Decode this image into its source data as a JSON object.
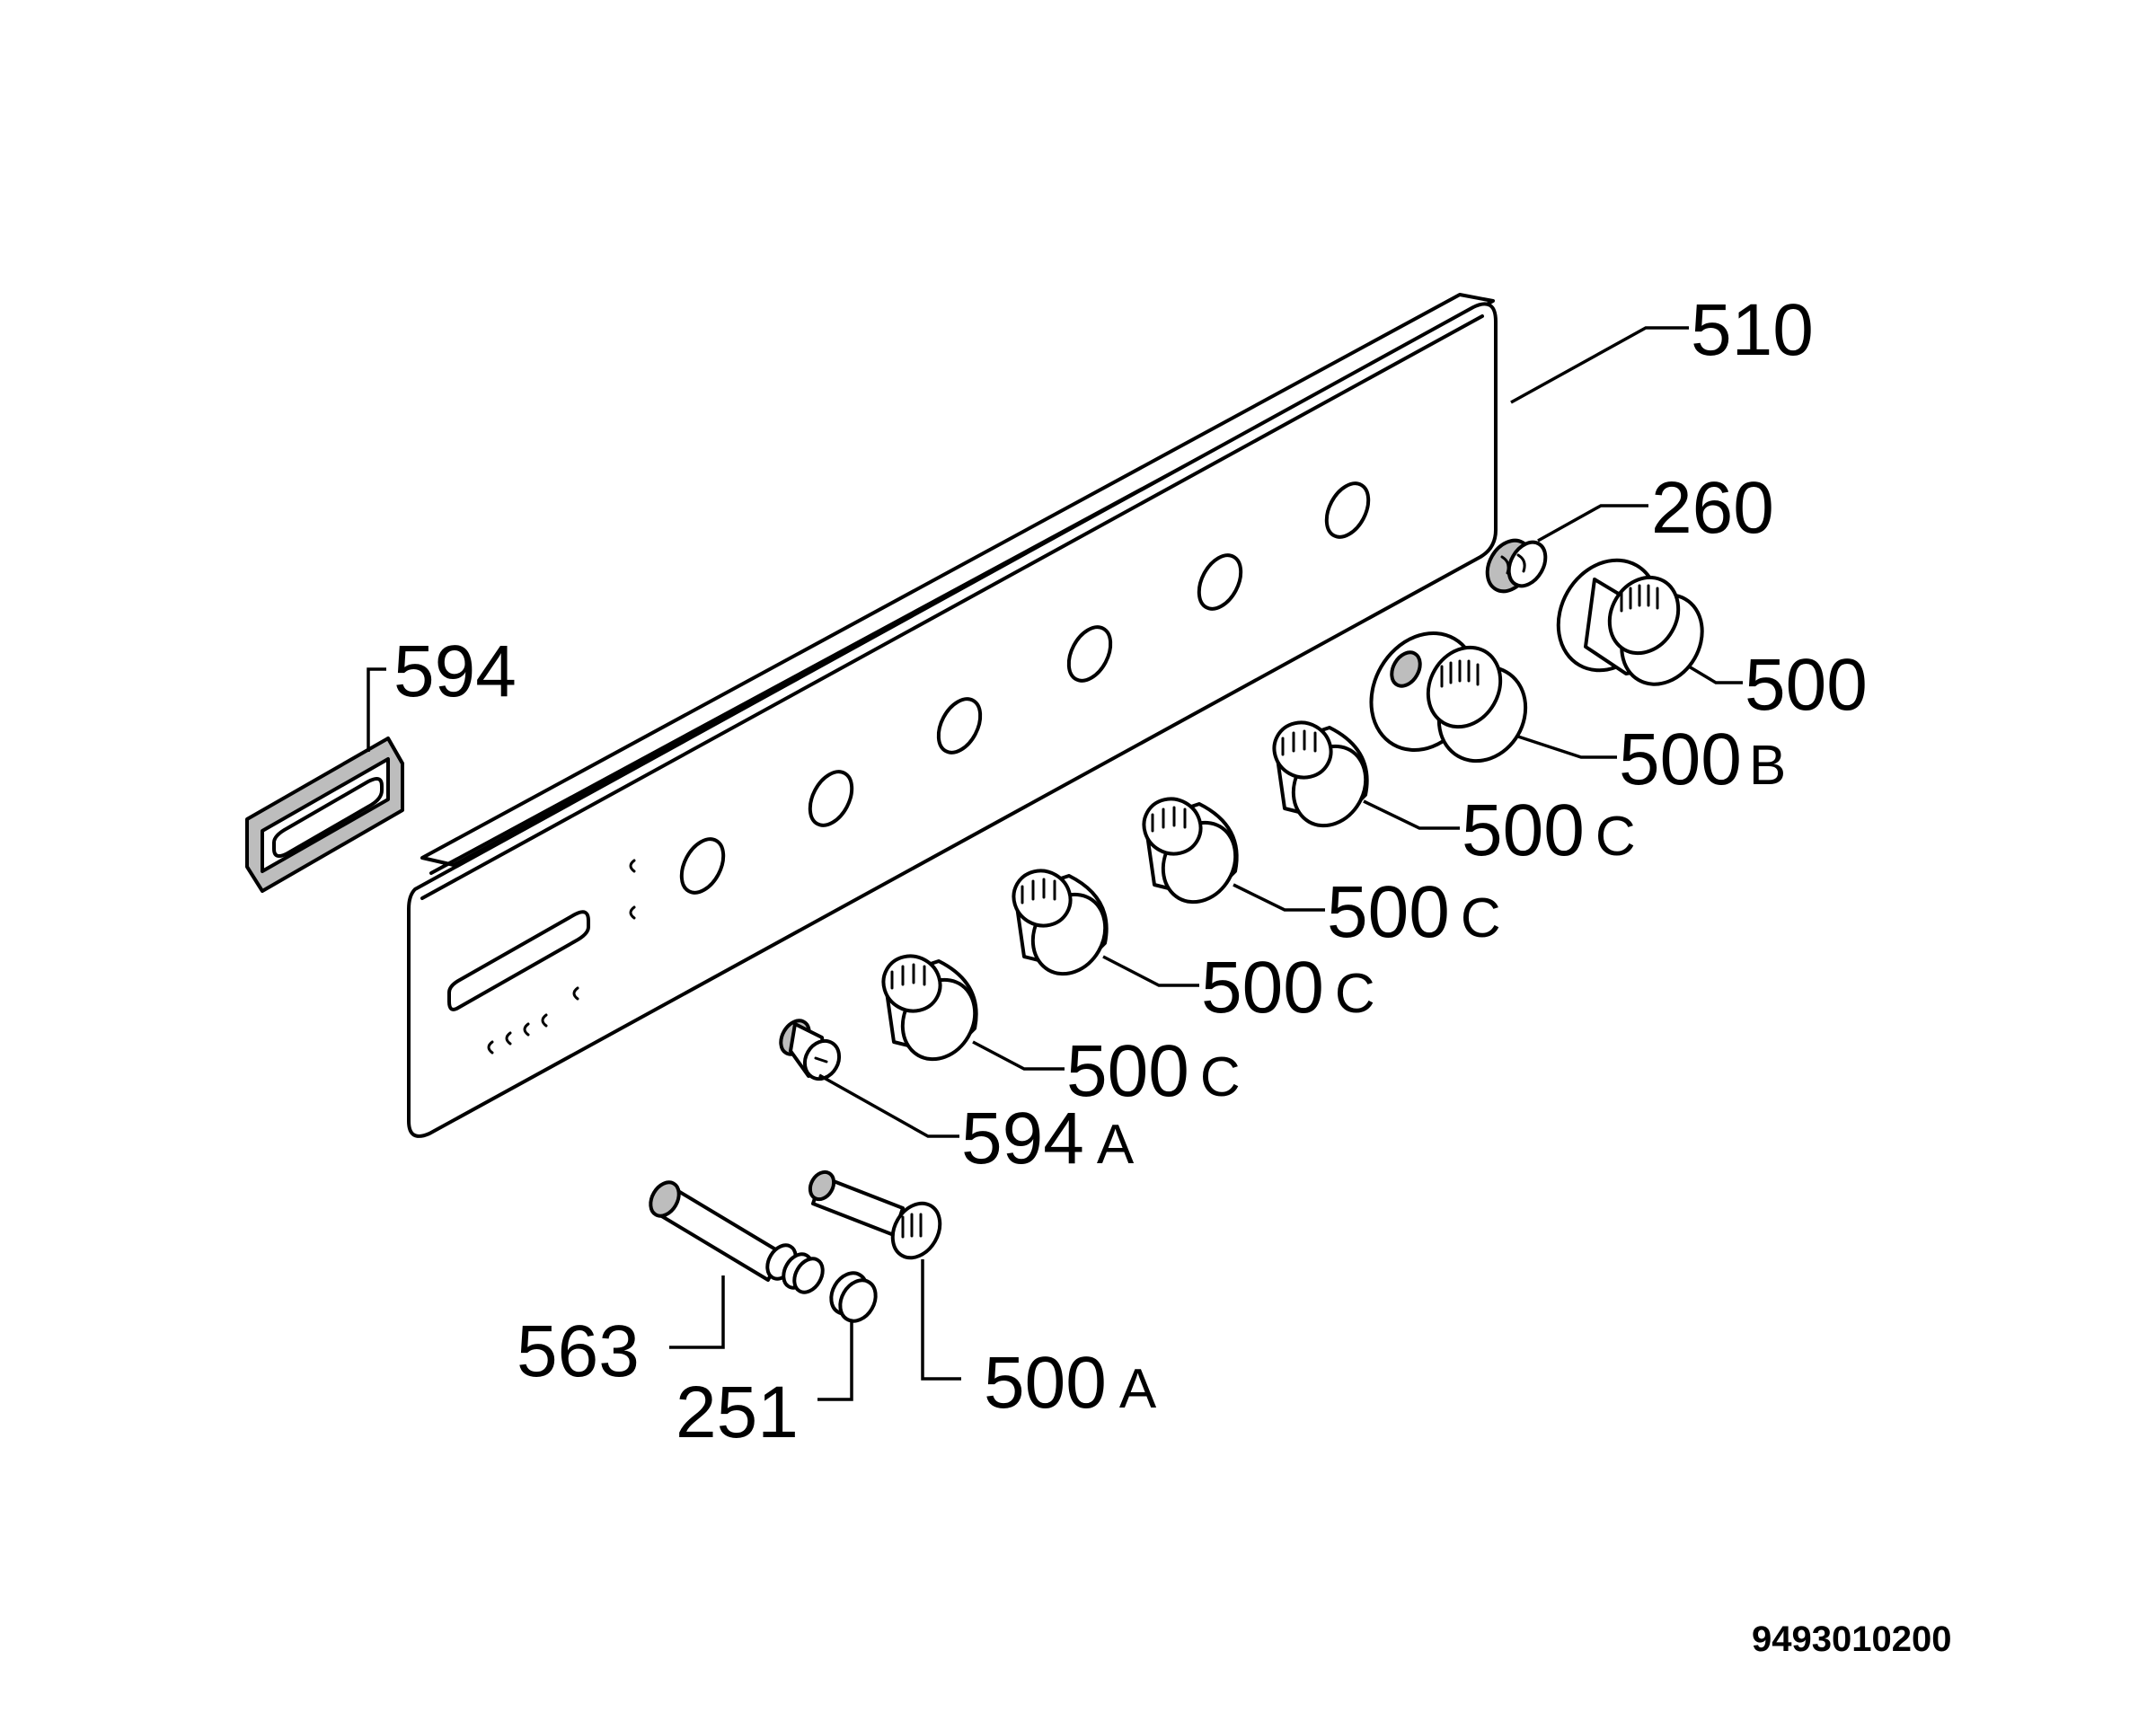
{
  "parts": [
    {
      "num": "510",
      "suffix": ""
    },
    {
      "num": "260",
      "suffix": ""
    },
    {
      "num": "500",
      "suffix": ""
    },
    {
      "num": "500",
      "suffix": "B"
    },
    {
      "num": "500",
      "suffix": "C"
    },
    {
      "num": "500",
      "suffix": "C"
    },
    {
      "num": "500",
      "suffix": "C"
    },
    {
      "num": "500",
      "suffix": "C"
    },
    {
      "num": "594",
      "suffix": ""
    },
    {
      "num": "594",
      "suffix": "A"
    },
    {
      "num": "563",
      "suffix": ""
    },
    {
      "num": "251",
      "suffix": ""
    },
    {
      "num": "500",
      "suffix": "A"
    }
  ],
  "document_id": "9493010200"
}
